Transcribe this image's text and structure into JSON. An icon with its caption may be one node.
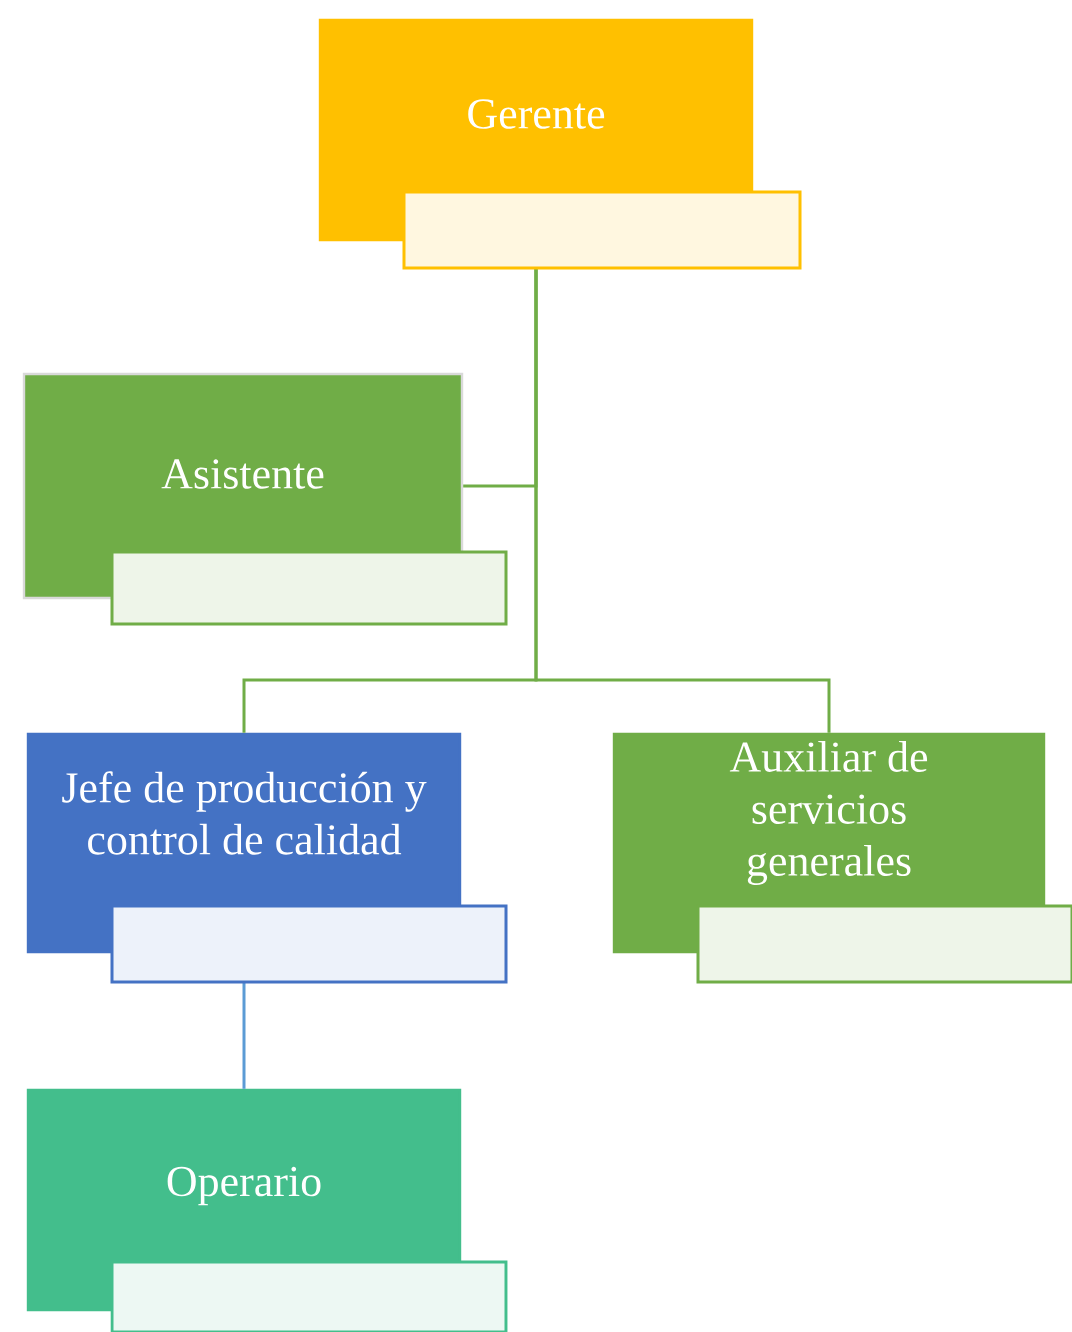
{
  "diagram": {
    "nodes": [
      {
        "text": [
          "Gerente"
        ]
      },
      {
        "text": [
          "Asistente"
        ]
      },
      {
        "text": [
          "Jefe de producción y control de calidad"
        ]
      },
      {
        "text": [
          "Auxiliar de servicios generales"
        ]
      },
      {
        "text": [
          "Operario"
        ]
      }
    ],
    "edges": [
      {
        "from": 0,
        "to": 1,
        "arrow": "none"
      },
      {
        "from": 0,
        "to": 2,
        "arrow": "none"
      },
      {
        "from": 0,
        "to": 3,
        "arrow": "none"
      },
      {
        "from": 2,
        "to": 4,
        "arrow": "none",
        "color": "#5b9bd5"
      }
    ]
  }
}
